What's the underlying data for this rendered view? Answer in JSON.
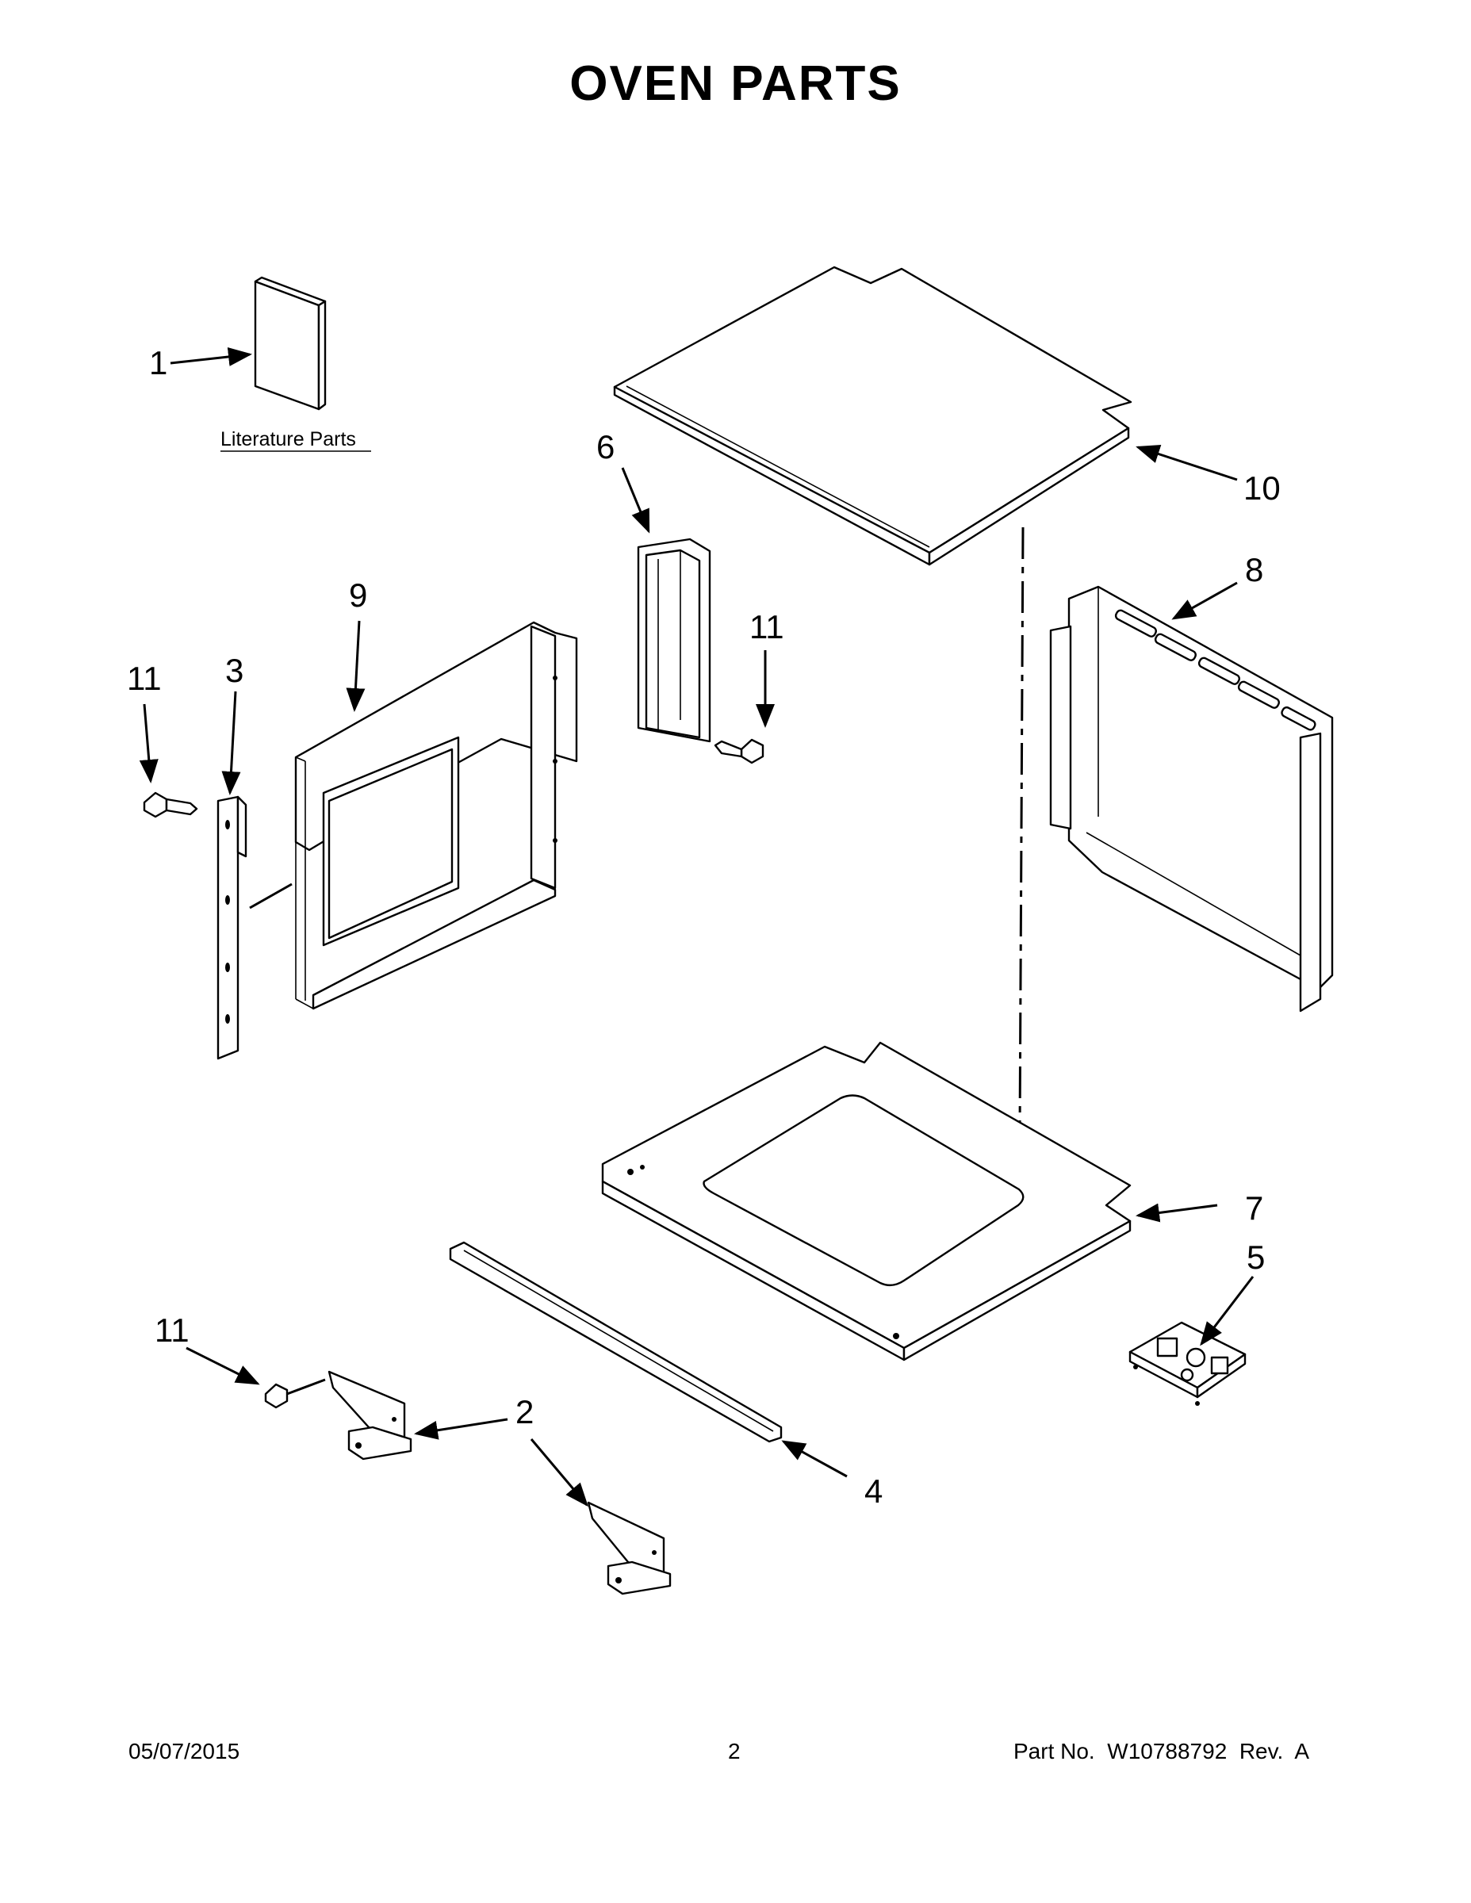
{
  "title": "OVEN PARTS",
  "literature_label": "Literature Parts",
  "callouts": {
    "c1": "1",
    "c2": "2",
    "c3": "3",
    "c4": "4",
    "c5": "5",
    "c6": "6",
    "c7": "7",
    "c8": "8",
    "c9": "9",
    "c10": "10",
    "c11a": "11",
    "c11b": "11",
    "c11c": "11"
  },
  "footer": {
    "date": "05/07/2015",
    "page": "2",
    "part_no": "Part No.  W10788792  Rev.  A"
  }
}
